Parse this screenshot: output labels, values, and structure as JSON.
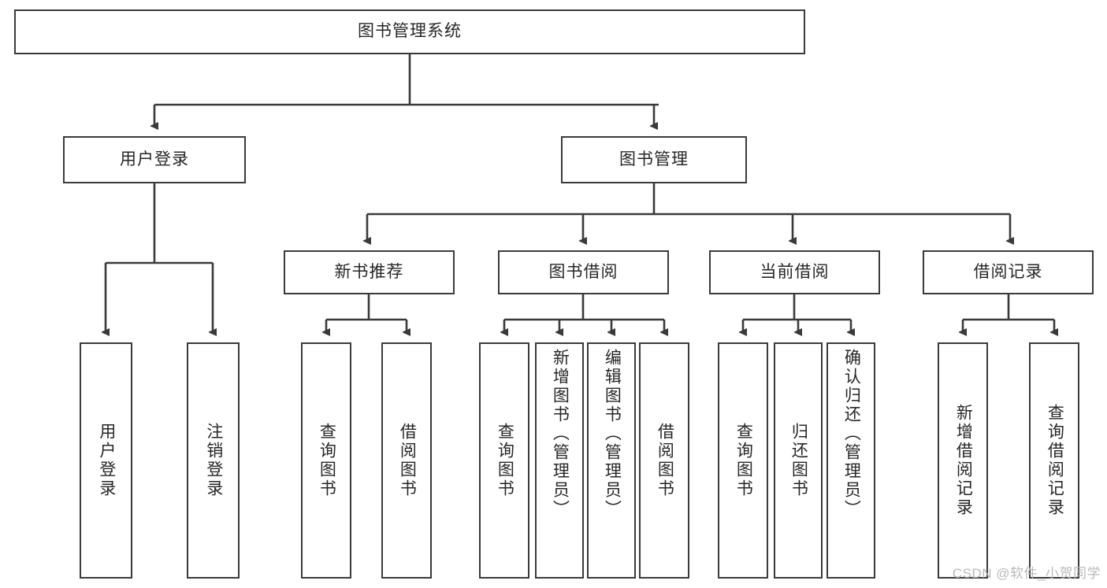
{
  "diagram": {
    "title": "图书管理系统",
    "type": "hierarchy-tree",
    "stroke_color": "#3a3a3a",
    "fill_color": "#ffffff",
    "text_color": "#262626",
    "watermark": "CSDN @软件_小贺同学",
    "levels": [
      {
        "level": 1,
        "nodes": [
          {
            "id": "root",
            "label": "图书管理系统"
          }
        ]
      },
      {
        "level": 2,
        "nodes": [
          {
            "id": "user-login",
            "label": "用户登录",
            "parent": "root"
          },
          {
            "id": "book-manage",
            "label": "图书管理",
            "parent": "root"
          }
        ]
      },
      {
        "level": 3,
        "nodes": [
          {
            "id": "new-book-rec",
            "label": "新书推荐",
            "parent": "book-manage"
          },
          {
            "id": "book-borrow",
            "label": "图书借阅",
            "parent": "book-manage"
          },
          {
            "id": "current-borrow",
            "label": "当前借阅",
            "parent": "book-manage"
          },
          {
            "id": "borrow-record",
            "label": "借阅记录",
            "parent": "book-manage"
          }
        ]
      },
      {
        "level": 4,
        "nodes": [
          {
            "id": "leaf-user-login",
            "label": "用户登录",
            "parent": "user-login"
          },
          {
            "id": "leaf-logout",
            "label": "注销登录",
            "parent": "user-login"
          },
          {
            "id": "leaf-rec-query",
            "label": "查询图书",
            "parent": "new-book-rec"
          },
          {
            "id": "leaf-rec-borrow",
            "label": "借阅图书",
            "parent": "new-book-rec"
          },
          {
            "id": "leaf-borrow-query",
            "label": "查询图书",
            "parent": "book-borrow"
          },
          {
            "id": "leaf-add-book",
            "label": "新增图书（管理员）",
            "parent": "book-borrow"
          },
          {
            "id": "leaf-edit-book",
            "label": "编辑图书（管理员）",
            "parent": "book-borrow"
          },
          {
            "id": "leaf-borrow-book",
            "label": "借阅图书",
            "parent": "book-borrow"
          },
          {
            "id": "leaf-cur-query",
            "label": "查询图书",
            "parent": "current-borrow"
          },
          {
            "id": "leaf-return-book",
            "label": "归还图书",
            "parent": "current-borrow"
          },
          {
            "id": "leaf-confirm-return",
            "label": "确认归还（管理员）",
            "parent": "current-borrow"
          },
          {
            "id": "leaf-add-record",
            "label": "新增借阅记录",
            "parent": "borrow-record"
          },
          {
            "id": "leaf-query-record",
            "label": "查询借阅记录",
            "parent": "borrow-record"
          }
        ]
      }
    ]
  }
}
